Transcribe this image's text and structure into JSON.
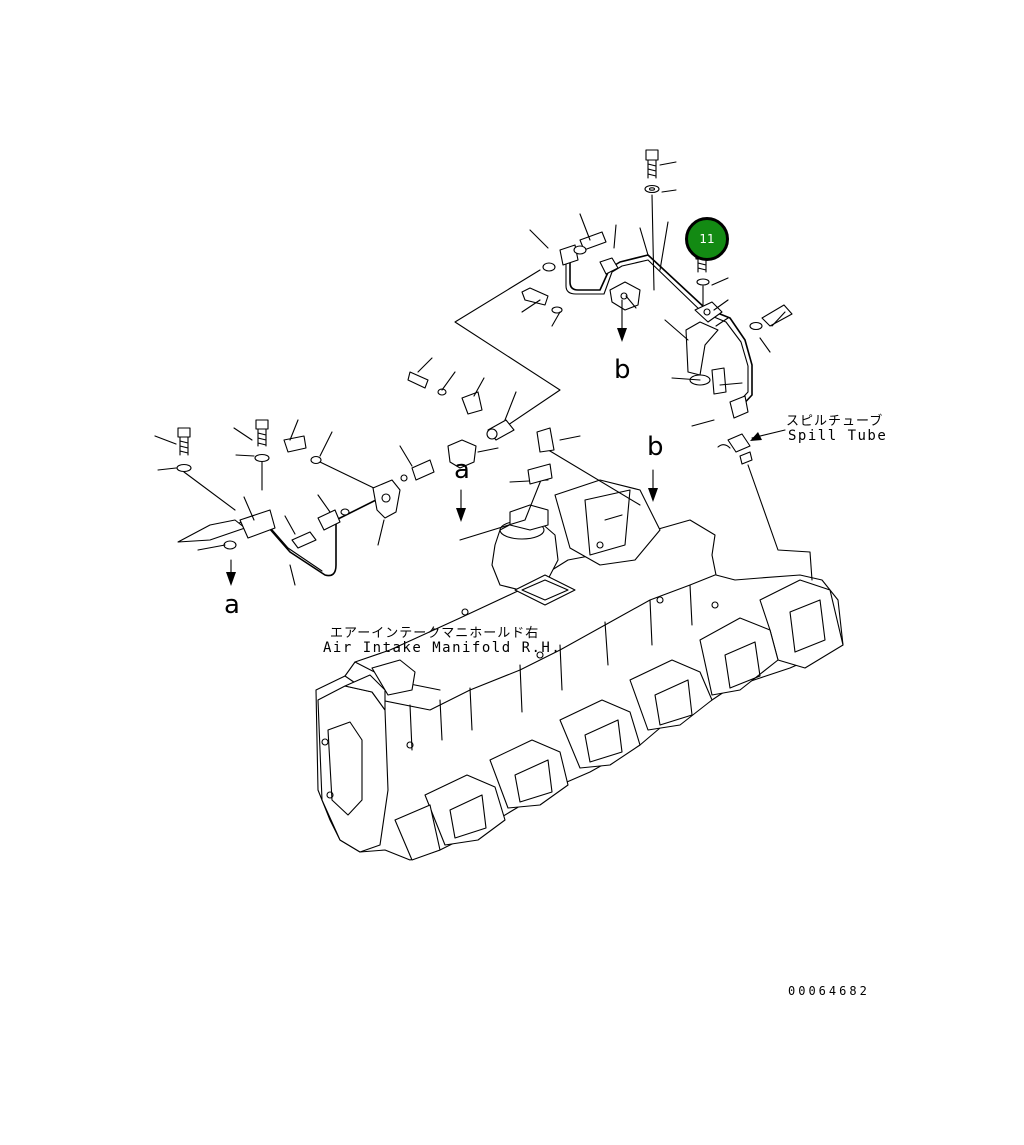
{
  "diagram": {
    "callout_badge": "11",
    "spill_tube_jp": "スピルチューブ",
    "spill_tube_en": "Spill Tube",
    "manifold_jp": "エアーインテークマニホールド右",
    "manifold_en": "Air Intake Manifold R.H.",
    "view_letter_a": "a",
    "view_letter_b": "b",
    "drawing_number": "00064682",
    "badge_color": "#138a13"
  }
}
